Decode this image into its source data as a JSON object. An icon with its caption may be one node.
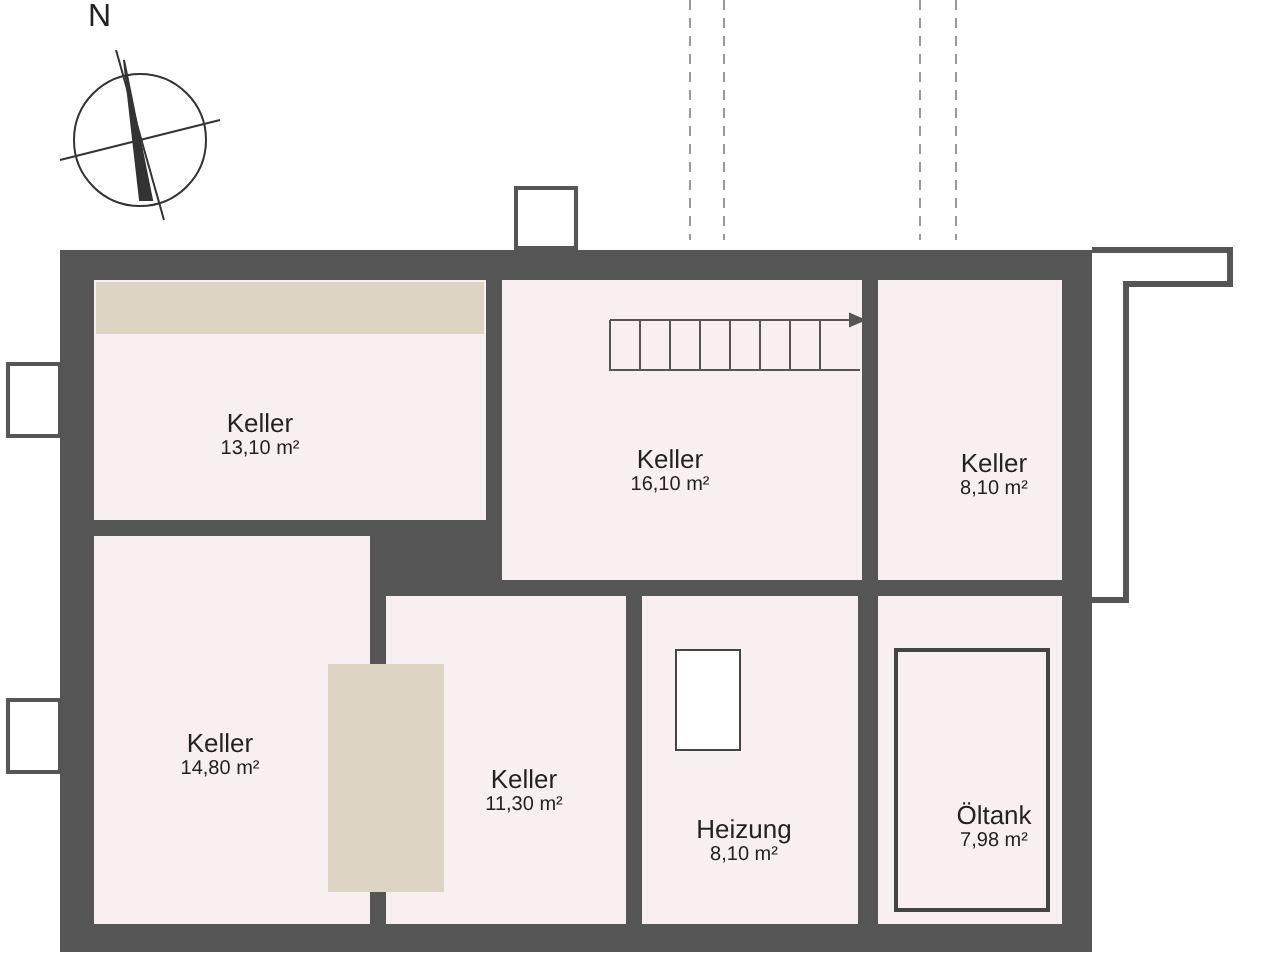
{
  "diagram": {
    "nodes": [
      {
        "text": [
          "Keller",
          "13,10 m²"
        ]
      },
      {
        "text": [
          "Keller",
          "16,10 m²"
        ]
      },
      {
        "text": [
          "Keller",
          "8,10 m²"
        ]
      },
      {
        "text": [
          "Keller",
          "14,80 m²"
        ]
      },
      {
        "text": [
          "Keller",
          "11,30 m²"
        ]
      },
      {
        "text": [
          "Heizung",
          "8,10 m²"
        ]
      },
      {
        "text": [
          "Öltank",
          "7,98 m²"
        ]
      }
    ],
    "labels": [
      "N"
    ]
  }
}
